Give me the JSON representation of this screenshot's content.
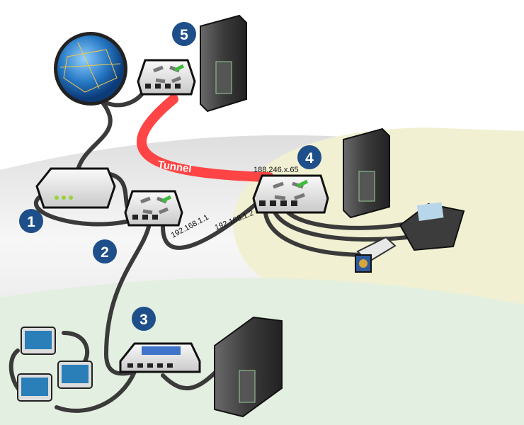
{
  "labels": {
    "tunnel": "Tunnel",
    "ip_router2": "192.168.1.1",
    "ip_router4_lan": "192.168.1.2",
    "ip_router4_wan": "188.246.x.65"
  },
  "badges": [
    "1",
    "2",
    "3",
    "4",
    "5"
  ],
  "colors": {
    "badge": "#1e4f8a",
    "tunnel": "#ff3b3b",
    "cable": "#3a3a3a",
    "zone_yellow": "#f1f0d2",
    "zone_green": "#e3efe0",
    "zone_gray": "#ececec"
  },
  "devices": [
    "globe-icon",
    "modem-icon",
    "router-icon",
    "switch-icon",
    "server-icon",
    "ip-phone-icon",
    "ip-camera-icon",
    "computer-icon"
  ]
}
